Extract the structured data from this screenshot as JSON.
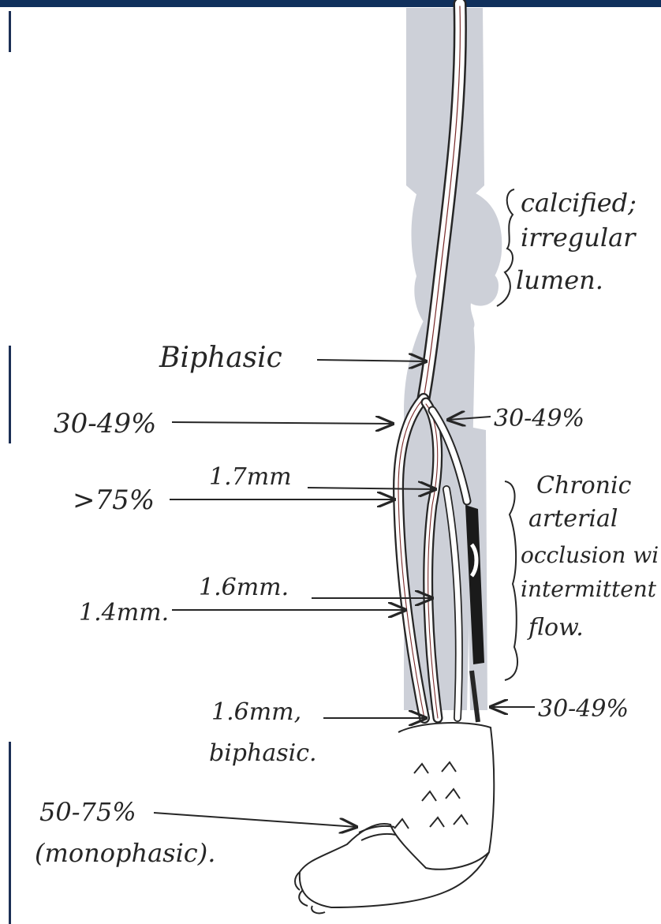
{
  "colors": {
    "top_bar": "#10305c",
    "edge_marks": "#1c2f55",
    "bone_shading": "#cdd0d8",
    "ink": "#262626",
    "vessel_fill": "#ffffff",
    "vessel_core": "#7a2a2a"
  },
  "annotations": {
    "calcified_line1": "calcified;",
    "calcified_line2": "irregular",
    "calcified_line3": "lumen.",
    "biphasic": "Biphasic",
    "left_stenosis_1": "30-49%",
    "right_stenosis_1": "30-49%",
    "gt75": ">75%",
    "measure_1_7": "1.7mm",
    "measure_1_4": "1.4mm.",
    "measure_1_6_upper": "1.6mm.",
    "chronic_line1": "Chronic",
    "chronic_line2": "arterial",
    "chronic_line3": "occlusion wi",
    "chronic_line4": "intermittent",
    "chronic_line5": "flow.",
    "measure_1_6_lower": "1.6mm,",
    "biphasic_lower": "biphasic.",
    "right_stenosis_2": "30-49%",
    "foot_stenosis": "50-75%",
    "monophasic": "(monophasic)."
  }
}
